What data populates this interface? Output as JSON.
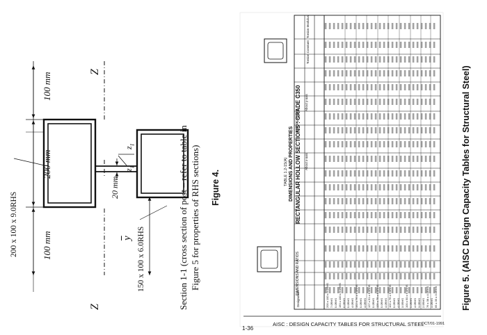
{
  "drawing": {
    "dims": {
      "left_section": "100 mm",
      "web_gap": "200 mm",
      "right_section": "100 mm",
      "web_thickness": "20 mm"
    },
    "labels": {
      "upper_rhs": "200 x 100 x 9.0RHS",
      "lower_rhs": "150 x 100 x 6.0RHS",
      "z_left": "Z",
      "z_right": "Z",
      "z1": "z",
      "z1_sub": "1",
      "z1_label": "z",
      "ybar": "y"
    },
    "caption_line1": "Section 1-1 (cross section of post – refer to table in",
    "caption_line2": "Figure 5 for properties of RHS sections)",
    "figure_label": "Figure 4."
  },
  "table_page": {
    "table_number": "TABLE 1.2-15(A)",
    "table_title": "DIMENSIONS AND PROPERTIES",
    "table_subtitle": "RECTANGULAR HOLLOW SECTIONS : GRADE C350",
    "properties_header": "PROPERTIES",
    "dims_ratios_header": "DIMENSIONS AND RATIOS",
    "about_x_axis": "About x-axis",
    "about_y_axis": "About y-axis",
    "torsion_constant": "Torsion Constant",
    "torsion_modulus": "Torsion Modulus",
    "designation": "Designation",
    "page_number": "1-36",
    "footer_title": "AISC : DESIGN CAPACITY TABLES FOR STRUCTURAL STEEL",
    "footer_date": "DCT/01-1991",
    "row_designations": [
      "200 x 100 x 9.0RHS",
      "7.0RHS",
      "5.0RHS",
      "150 x 100 x 9.0RHS",
      "6.0RHS",
      "5.0RHS",
      "4.0RHS",
      "152 x 76 x 6.0RHS",
      "5.0RHS",
      "4.0RHS",
      "127 x 51 x 6.0RHS",
      "5.0RHS",
      "125 x 75 x 6.0RHS",
      "5.0RHS",
      "4.0RHS",
      "102 x 76 x 6.0RHS",
      "5.0RHS",
      "4.0RHS",
      "3.5RHS",
      "100 x 50 x 6.0RHS",
      "5.0RHS",
      "4.0RHS",
      "3.0RHS",
      "2.5RHS",
      "76 x 38 x 4.0RHS",
      "3.0RHS",
      "65 x 35 x 3.0RHS"
    ]
  },
  "figure5_caption": "Figure 5. (AISC Design Capacity Tables for Structural Steel)"
}
